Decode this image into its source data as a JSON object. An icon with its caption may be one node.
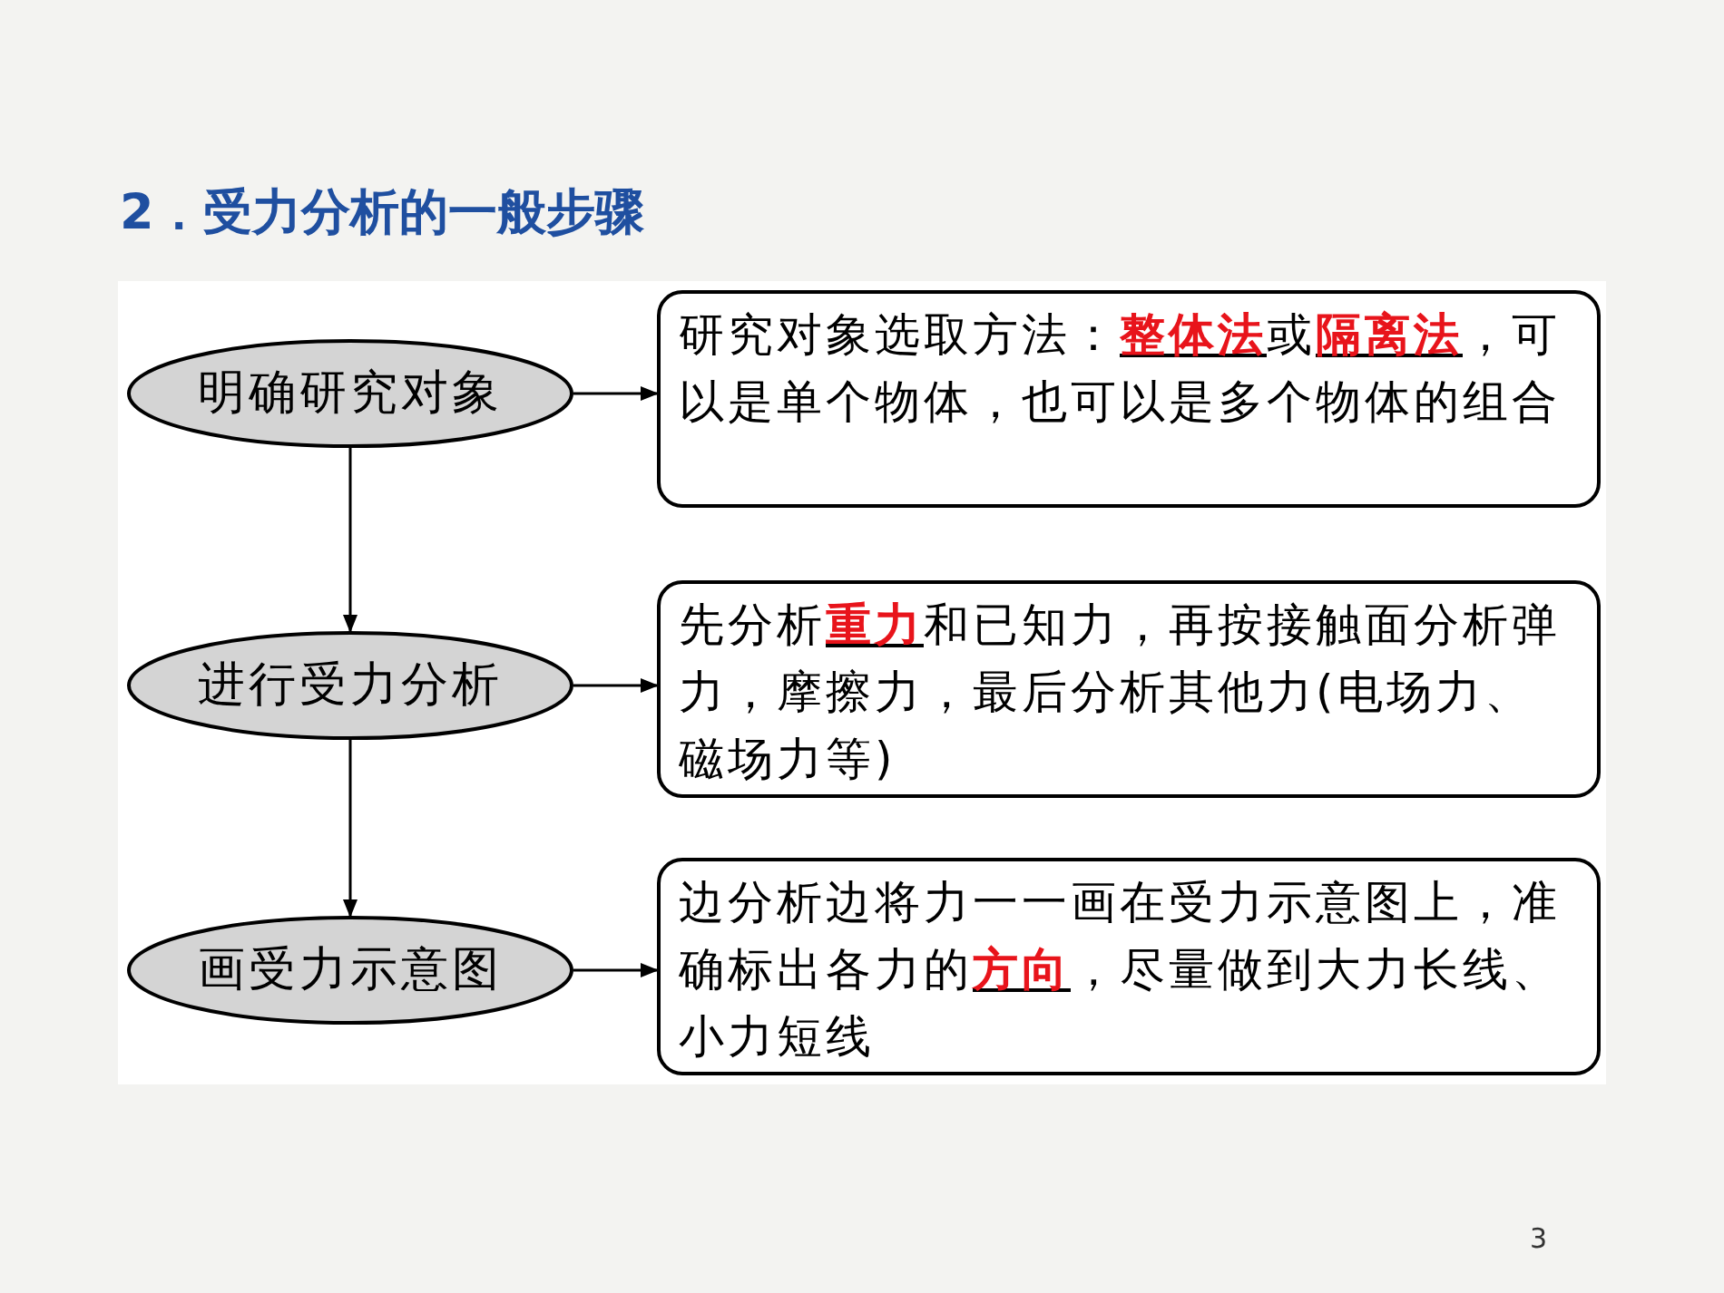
{
  "diagram": {
    "title": "2．受力分析的一般步骤",
    "nodes": [
      {
        "text": [
          "明确研究对象"
        ]
      },
      {
        "text": [
          "研究对象选取方法：**整体法**或**隔离法**，可以是单个物体，也可以是多个物体的组合"
        ]
      },
      {
        "text": [
          "进行受力分析"
        ]
      },
      {
        "text": [
          "先分析**重力**和已知力，再按接触面分析弹力，摩擦力，最后分析其他力(电场力、磁场力等)"
        ]
      },
      {
        "text": [
          "画受力示意图"
        ]
      },
      {
        "text": [
          "边分析边将力一一画在受力示意图上，准确标出各力的**方向**，尽量做到大力长线、小力短线"
        ]
      }
    ],
    "edges": [
      {
        "from": 0,
        "to": 1,
        "arrow": "to"
      },
      {
        "from": 0,
        "to": 2,
        "arrow": "to"
      },
      {
        "from": 2,
        "to": 3,
        "arrow": "to"
      },
      {
        "from": 2,
        "to": 4,
        "arrow": "to"
      },
      {
        "from": 4,
        "to": 5,
        "arrow": "to"
      }
    ],
    "labels": [
      "3"
    ]
  }
}
